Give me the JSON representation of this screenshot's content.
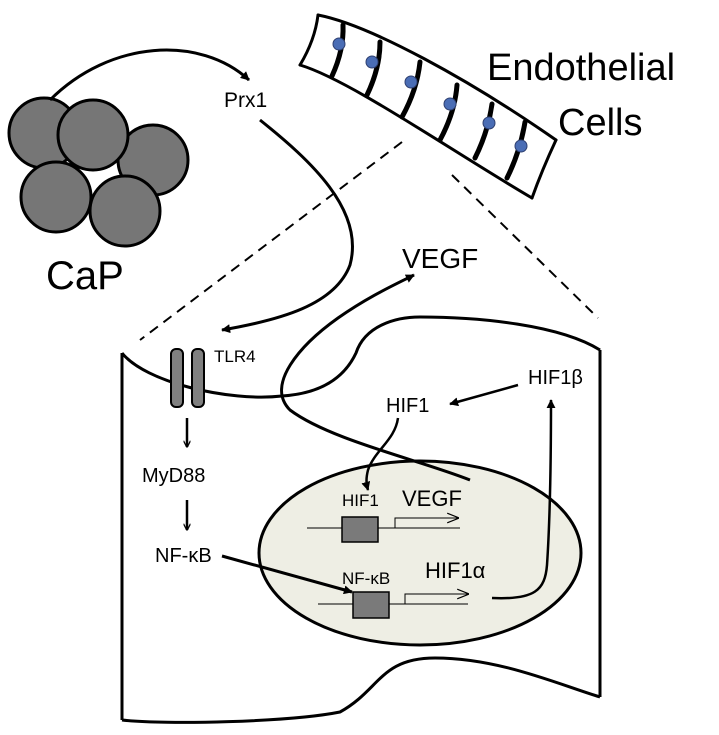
{
  "labels": {
    "cap": "CaP",
    "prx1": "Prx1",
    "endothelial_line1": "Endothelial",
    "endothelial_line2": "Cells",
    "vegf_secreted": "VEGF",
    "tlr4": "TLR4",
    "myd88": "MyD88",
    "nfkb": "NF-κB",
    "hif1": "HIF1",
    "hif1b": "HIF1β",
    "gene_hif1": "HIF1",
    "gene_vegf": "VEGF",
    "gene_nfkb": "NF-κB",
    "gene_hif1a": "HIF1α"
  },
  "colors": {
    "cancer_cell_fill": "#767676",
    "nucleus_fill": "#eeeee4",
    "gene_box_fill": "#7a7a7a",
    "receptor_fill": "#808080",
    "endothelial_nuclei": "#4a6db5",
    "stroke": "#000000"
  }
}
